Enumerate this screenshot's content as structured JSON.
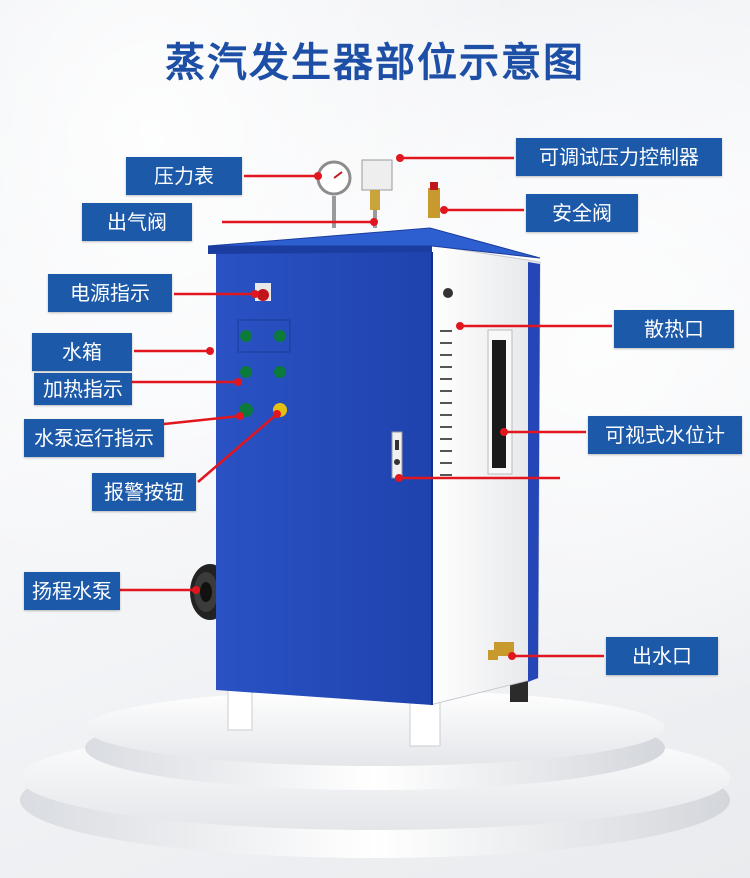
{
  "title": "蒸汽发生器部位示意图",
  "colors": {
    "title": "#1e4fa6",
    "label_bg": "#1c59a8",
    "leader_line": "#e2161e",
    "cabinet_blue": "#2247b8",
    "cabinet_white": "#f4f4f6"
  },
  "labels": {
    "pressure_gauge": "压力表",
    "steam_outlet_valve": "出气阀",
    "power_indicator": "电源指示",
    "water_tank": "水箱",
    "heating_indicator": "加热指示",
    "pump_running_indicator": "水泵运行指示",
    "alarm_button": "报警按钮",
    "lift_pump": "扬程水泵",
    "adjustable_pressure_controller": "可调试压力控制器",
    "safety_valve": "安全阀",
    "heat_vent": "散热口",
    "water_level_gauge": "可视式水位计",
    "water_outlet": "出水口"
  }
}
